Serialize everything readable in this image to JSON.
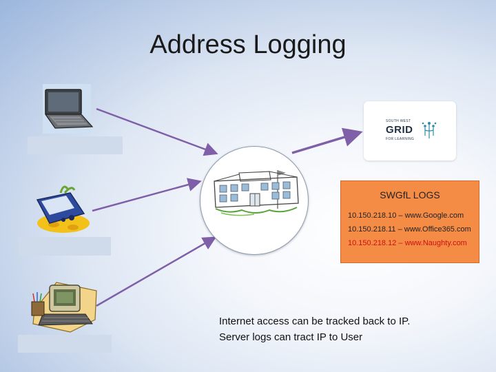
{
  "title": "Address Logging",
  "server": {
    "logo": {
      "line_top": "SOUTH WEST",
      "name": "GRID",
      "line_bottom": "FOR LEARNING"
    }
  },
  "logs": {
    "title": "SWGfL LOGS",
    "entries": [
      {
        "text": "10.150.218.10 – www.Google.com",
        "flagged": false
      },
      {
        "text": "10.150.218.11 – www.Office365.com",
        "flagged": false
      },
      {
        "text": "10.150.218.12 – www.Naughty.com",
        "flagged": true
      }
    ]
  },
  "notes": [
    "Internet access can be tracked back to IP.",
    "Server logs can tract IP to User"
  ],
  "colors": {
    "arrow": "#7f5fa8",
    "logs_background": "#f58c46",
    "flagged_text": "#cc1010"
  }
}
